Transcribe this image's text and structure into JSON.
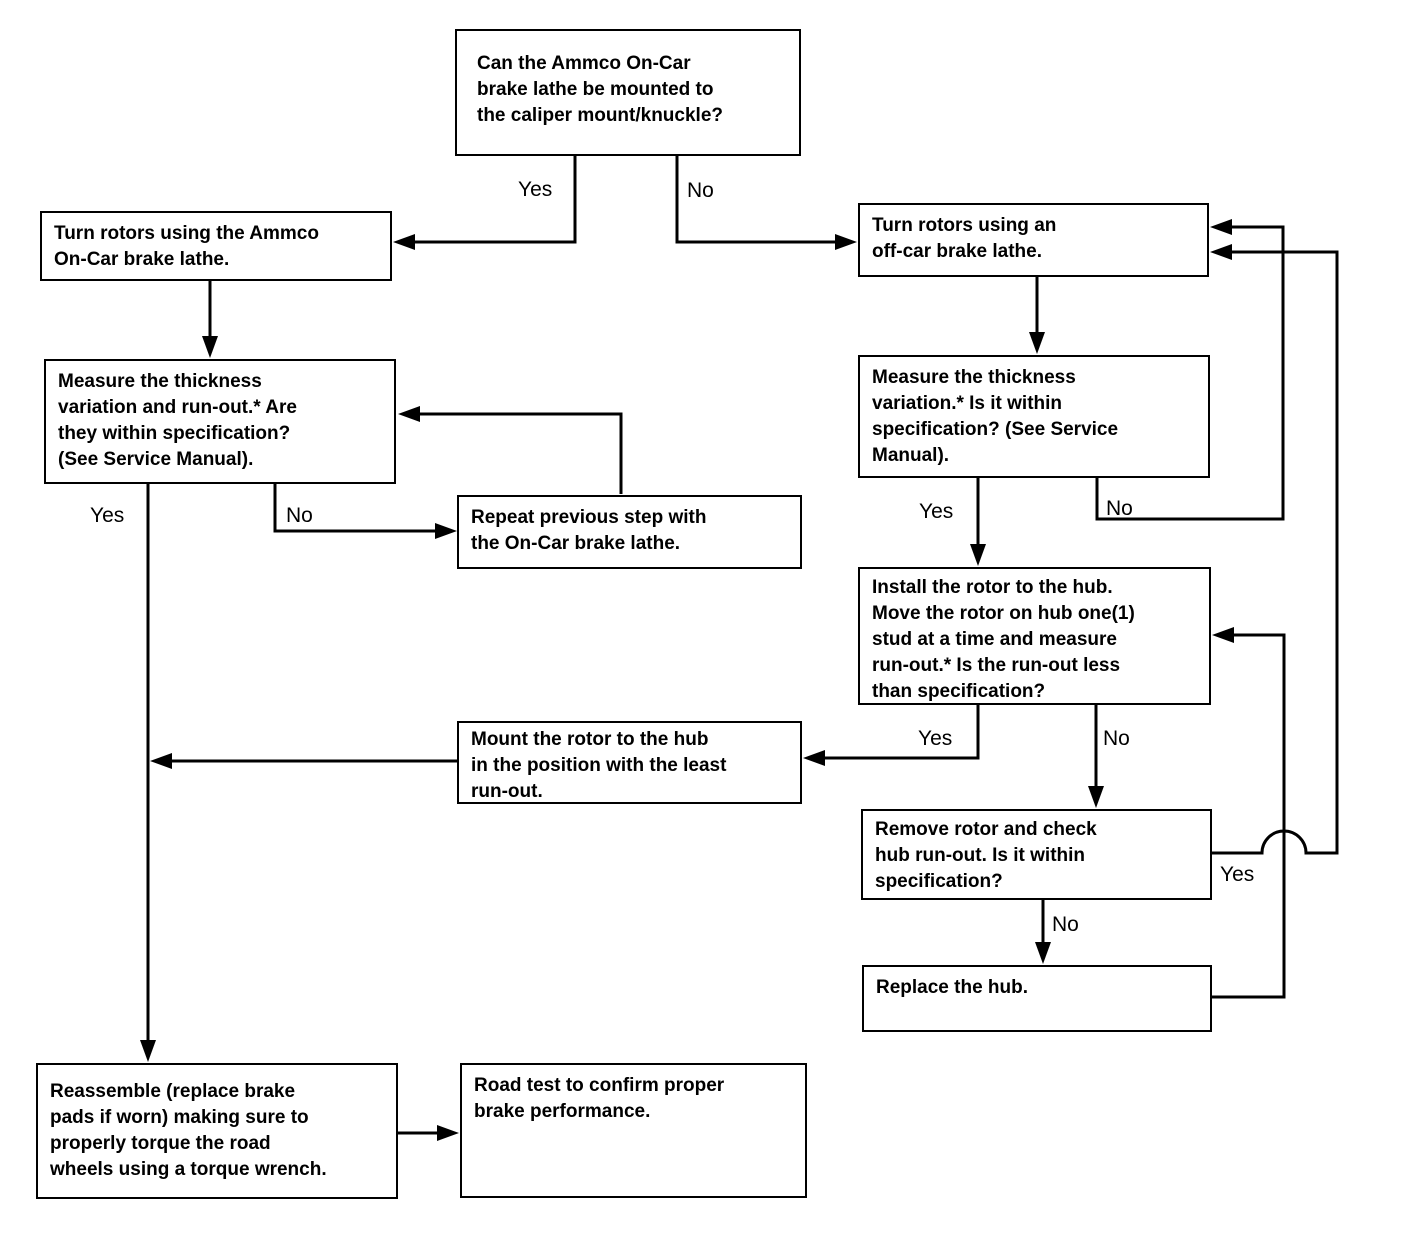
{
  "nodes": {
    "q_mount": "Can the Ammco On-Car\nbrake lathe be mounted to\nthe caliper mount/knuckle?",
    "turn_oncar": "Turn rotors using the Ammco\nOn-Car brake lathe.",
    "measure_oncar": "Measure the thickness\nvariation and run-out.* Are\nthey within specification?\n(See Service Manual).",
    "repeat_oncar": "Repeat previous step with\nthe On-Car brake lathe.",
    "turn_offcar": "Turn rotors using an\noff-car brake lathe.",
    "measure_offcar": "Measure the thickness\nvariation.* Is it within\nspecification? (See Service\nManual).",
    "install_rotor": "Install the rotor to the hub.\nMove the rotor on hub one(1)\nstud at a time and measure\nrun-out.* Is the run-out less\nthan specification?",
    "mount_rotor": "Mount the rotor to the hub\nin the position with the least\nrun-out.",
    "remove_rotor": "Remove  rotor and check\nhub run-out. Is it within\nspecification?",
    "replace_hub": "Replace the hub.",
    "reassemble": "Reassemble (replace brake\npads if worn) making sure to\nproperly torque the road\nwheels using a torque wrench.",
    "road_test": "Road test to confirm proper\nbrake performance."
  },
  "labels": {
    "mount_yes": "Yes",
    "mount_no": "No",
    "measure_oncar_yes": "Yes",
    "measure_oncar_no": "No",
    "measure_offcar_yes": "Yes",
    "measure_offcar_no": "No",
    "install_yes": "Yes",
    "install_no": "No",
    "remove_yes": "Yes",
    "remove_no": "No"
  }
}
